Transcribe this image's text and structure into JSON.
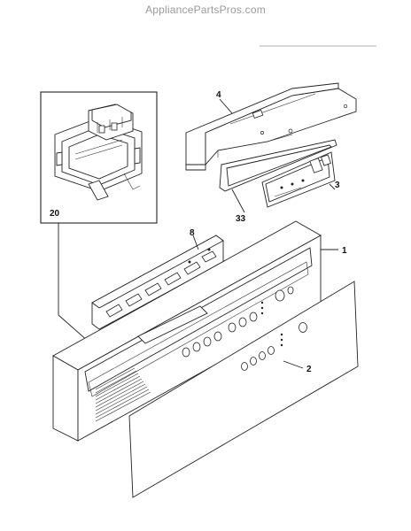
{
  "header": {
    "site_name": "AppliancePartsPros.com"
  },
  "callouts": {
    "c1": "1",
    "c2": "2",
    "c3": "3",
    "c4": "4",
    "c8": "8",
    "c20": "20",
    "c33": "33"
  }
}
